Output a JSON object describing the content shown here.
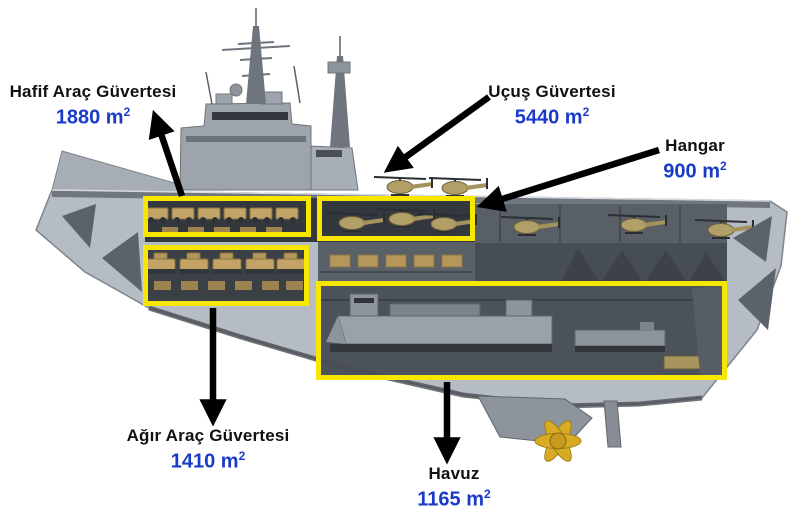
{
  "callouts": [
    {
      "name": "Hafif Araç Güvertesi",
      "value": "1880 m",
      "sup": "2"
    },
    {
      "name": "Uçuş Güvertesi",
      "value": "5440 m",
      "sup": "2"
    },
    {
      "name": "Hangar",
      "value": "900 m",
      "sup": "2"
    },
    {
      "name": "Ağır Araç Güvertesi",
      "value": "1410 m",
      "sup": "2"
    },
    {
      "name": "Havuz",
      "value": "1165 m",
      "sup": "2"
    }
  ],
  "colors": {
    "highlight_box": "#F7E600",
    "value_text": "#1A3BC8",
    "label_text": "#111111",
    "arrow": "#000000",
    "hull_gray": "#B6BCC3",
    "vehicle_tan": "#C3A366",
    "propeller_gold": "#D9AB25"
  }
}
